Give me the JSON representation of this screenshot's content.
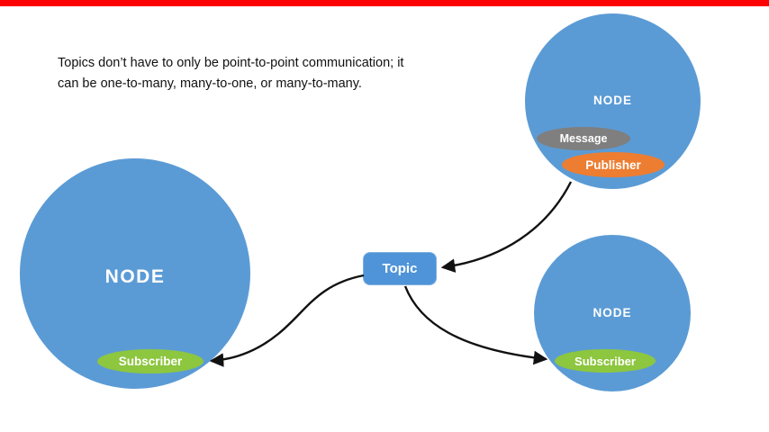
{
  "description": {
    "line1": "Topics don’t have to only be point-to-point communication; it",
    "line2": "can be one-to-many, many-to-one, or many-to-many."
  },
  "topic": {
    "label": "Topic"
  },
  "left_node": {
    "label": "NODE",
    "subscriber": "Subscriber"
  },
  "top_right_node": {
    "label": "NODE",
    "message": "Message",
    "publisher": "Publisher"
  },
  "bottom_right_node": {
    "label": "NODE",
    "subscriber": "Subscriber"
  },
  "colors": {
    "top_bar_red": "#fb0303",
    "node_blue": "#5b9bd5",
    "topic_blue": "#4f94d8",
    "subscriber_green": "#8dc63f",
    "publisher_orange": "#ed7d31",
    "message_gray": "#7f7f7f",
    "arrow_black": "#111111",
    "label_white": "#ffffff"
  }
}
